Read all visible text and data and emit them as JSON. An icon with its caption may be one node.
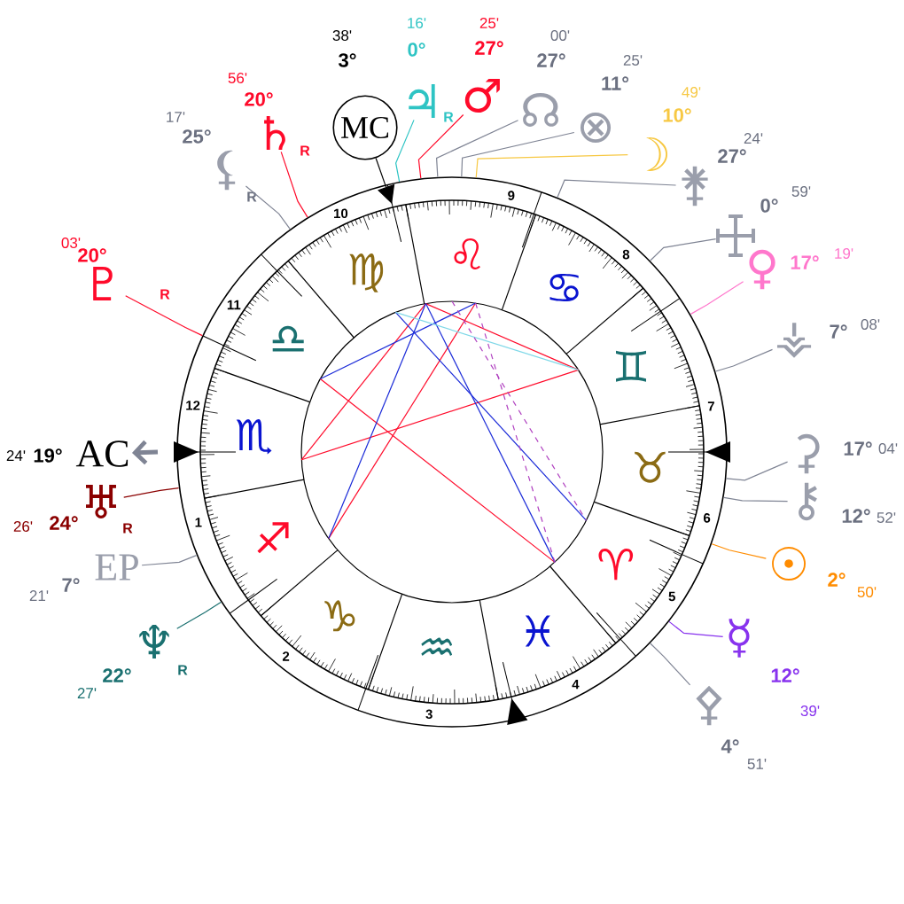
{
  "diagram": {
    "nodes": [
      {
        "text": [
          "⚸"
        ],
        "beside": [
          "25°",
          "17'",
          "R"
        ]
      },
      {
        "text": [
          "♄"
        ],
        "beside": [
          "20°",
          "56'",
          "R"
        ]
      },
      {
        "text": [
          "MC"
        ],
        "beside": [
          "3°",
          "38'"
        ]
      },
      {
        "text": [
          "♃"
        ],
        "beside": [
          "0°",
          "16'",
          "R"
        ]
      },
      {
        "text": [
          "♂"
        ],
        "beside": [
          "27°",
          "25'"
        ]
      },
      {
        "text": [
          "☊"
        ],
        "beside": [
          "27°",
          "00'"
        ]
      },
      {
        "text": [
          "⊗"
        ],
        "beside": [
          "11°",
          "25'"
        ]
      },
      {
        "text": [
          "☽"
        ],
        "beside": [
          "10°",
          "49'"
        ]
      },
      {
        "text": [
          "⚵"
        ],
        "beside": [
          "27°",
          "24'"
        ]
      },
      {
        "text": [],
        "shape": "cross",
        "beside": [
          "0°",
          "59'"
        ]
      },
      {
        "text": [
          "♀"
        ],
        "beside": [
          "17°",
          "19'"
        ]
      },
      {
        "text": [
          "⚶"
        ],
        "beside": [
          "7°",
          "08'"
        ]
      },
      {
        "text": [
          "⚳"
        ],
        "beside": [
          "17°",
          "04'"
        ]
      },
      {
        "text": [
          "⚷"
        ],
        "beside": [
          "12°",
          "52'"
        ]
      },
      {
        "text": [
          "☉"
        ],
        "beside": [
          "2°",
          "50'"
        ]
      },
      {
        "text": [
          "☿"
        ],
        "beside": [
          "12°",
          "39'"
        ]
      },
      {
        "text": [
          "⚴"
        ],
        "beside": [
          "4°",
          "51'"
        ]
      },
      {
        "text": [
          "♆"
        ],
        "beside": [
          "22°",
          "27'",
          "R"
        ]
      },
      {
        "text": [
          "EP"
        ],
        "beside": [
          "7°",
          "21'"
        ]
      },
      {
        "text": [
          "♅"
        ],
        "beside": [
          "24°",
          "26'",
          "R"
        ]
      },
      {
        "text": [
          "AC"
        ],
        "beside": [
          "19°",
          "24'"
        ]
      },
      {
        "text": [
          "♇"
        ],
        "beside": [
          "20°",
          "03'",
          "R"
        ]
      }
    ],
    "edges": [
      {
        "from": 0,
        "to": null,
        "arrow": "none"
      },
      {
        "from": 1,
        "to": null,
        "arrow": "none",
        "color": "#ff0a2a"
      },
      {
        "from": 2,
        "to": null,
        "arrow": "to",
        "color": "#000000"
      },
      {
        "from": 3,
        "to": null,
        "arrow": "none",
        "color": "#2ec4c4"
      },
      {
        "from": 4,
        "to": null,
        "arrow": "none",
        "color": "#ff0a2a"
      },
      {
        "from": 5,
        "to": null,
        "arrow": "none"
      },
      {
        "from": 6,
        "to": null,
        "arrow": "none"
      },
      {
        "from": 7,
        "to": null,
        "arrow": "none",
        "color": "#f7c843"
      },
      {
        "from": 8,
        "to": null,
        "arrow": "none"
      },
      {
        "from": 9,
        "to": null,
        "arrow": "none"
      },
      {
        "from": 10,
        "to": null,
        "arrow": "none",
        "color": "#ff77cc"
      },
      {
        "from": 11,
        "to": null,
        "arrow": "none"
      },
      {
        "from": 12,
        "to": null,
        "arrow": "none"
      },
      {
        "from": 13,
        "to": null,
        "arrow": "none"
      },
      {
        "from": 14,
        "to": null,
        "arrow": "none",
        "color": "#ff8c00"
      },
      {
        "from": 15,
        "to": null,
        "arrow": "none",
        "color": "#8833ee"
      },
      {
        "from": 16,
        "to": null,
        "arrow": "none"
      },
      {
        "from": 17,
        "to": null,
        "arrow": "none",
        "color": "#1a7070"
      },
      {
        "from": 18,
        "to": null,
        "arrow": "none"
      },
      {
        "from": 19,
        "to": null,
        "arrow": "none",
        "color": "#8b0000"
      },
      {
        "from": null,
        "to": 20,
        "arrow": "to",
        "style": "thick"
      },
      {
        "from": 21,
        "to": null,
        "arrow": "none",
        "color": "#ff0a2a"
      }
    ],
    "labels": [
      "♈",
      "♉",
      "♊",
      "♋",
      "♌",
      "♍",
      "♎",
      "♏",
      "♐",
      "♑",
      "♒",
      "♓",
      "1",
      "2",
      "3",
      "4",
      "5",
      "6",
      "7",
      "8",
      "9",
      "10",
      "11",
      "12"
    ]
  }
}
